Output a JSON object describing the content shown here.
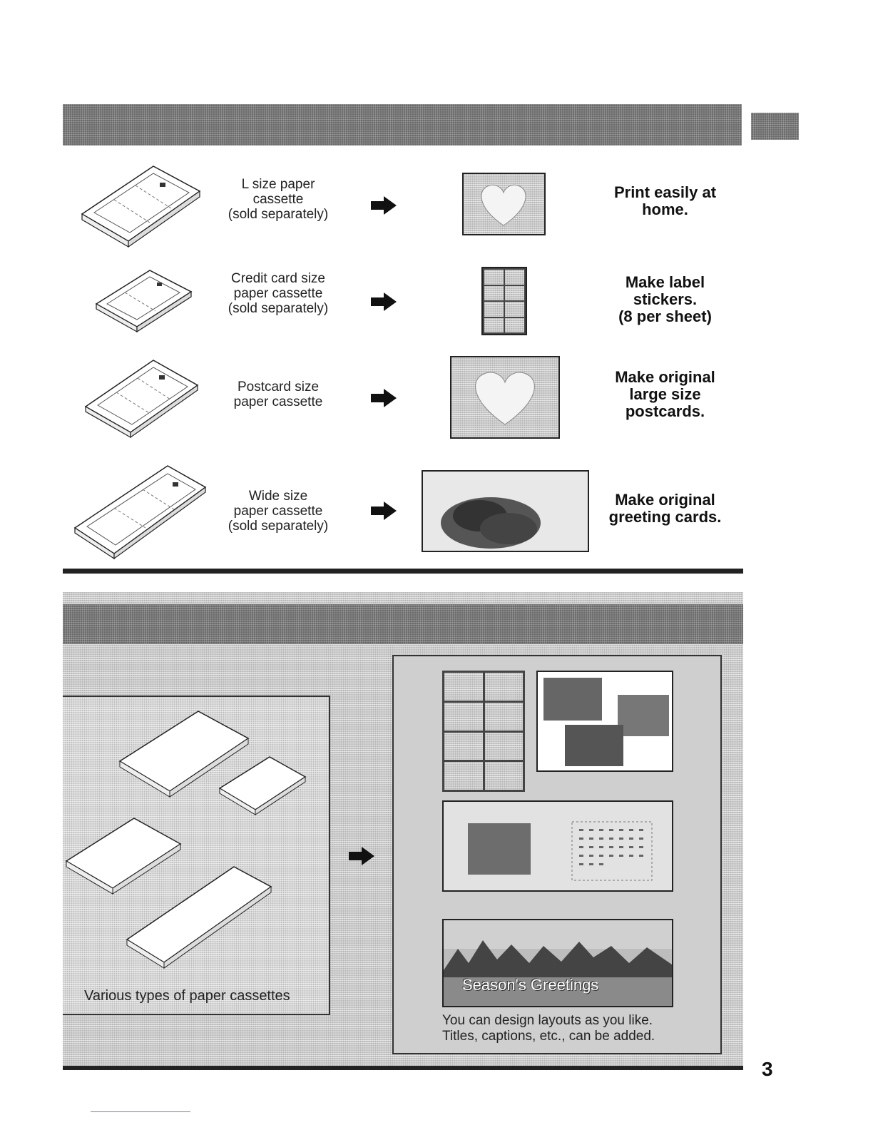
{
  "rows": [
    {
      "description": [
        "L size paper",
        "cassette",
        "(sold separately)"
      ],
      "benefit": [
        "Print easily at",
        "home."
      ]
    },
    {
      "description": [
        "Credit card size",
        "paper cassette",
        "(sold separately)"
      ],
      "benefit": [
        "Make label",
        "stickers.",
        "(8 per sheet)"
      ]
    },
    {
      "description": [
        "Postcard size",
        "paper cassette"
      ],
      "benefit": [
        "Make original",
        "large size",
        "postcards."
      ]
    },
    {
      "description": [
        "Wide size",
        "paper cassette",
        "(sold separately)"
      ],
      "benefit": [
        "Make original",
        "greeting cards."
      ]
    }
  ],
  "lower": {
    "left_caption": "Various types of paper cassettes",
    "banner_text": "Season's Greetings",
    "right_caption": [
      "You can design layouts as you like.",
      "Titles, captions, etc., can be added."
    ]
  },
  "page_number": "3",
  "colors": {
    "header_band": "#5a5a5a",
    "rule": "#222222"
  }
}
